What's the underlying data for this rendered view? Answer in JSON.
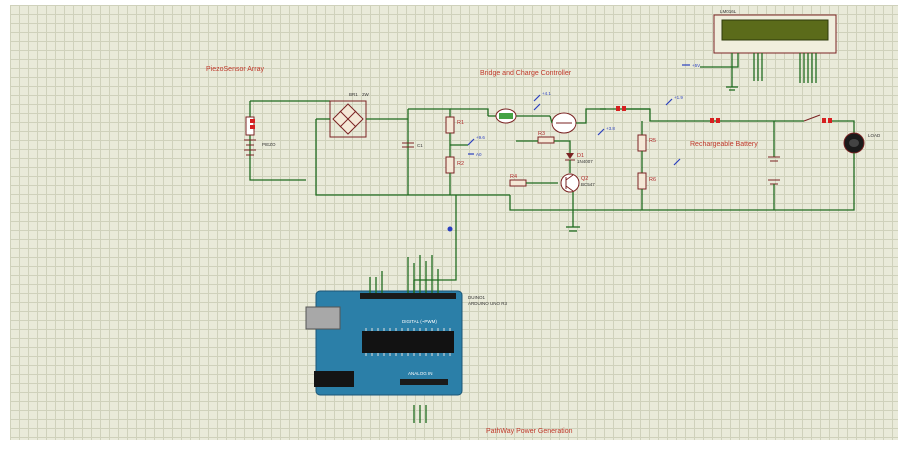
{
  "sections": {
    "panel": "PiezoSensor Array",
    "bridge": "Bridge and Charge Controller",
    "battery": "Rechargeable Battery",
    "title": "PathWay Power Generation"
  },
  "components": {
    "bridge": "BR1",
    "bridge_val": "2W",
    "resistors": [
      "R1",
      "R2",
      "R3",
      "R4",
      "R5",
      "R6"
    ],
    "capacitor": "C1",
    "transistor": "Q2",
    "transistor_val": "BC547",
    "diode": "D1",
    "diode_val": "1N4007",
    "load": "LOAD",
    "lcd": "LM016L",
    "arduino": "DUINO1",
    "arduino_sub": "ARDUINO UNO R3",
    "digital_header": "DIGITAL (~PWM)",
    "analog_header": "ANALOG IN"
  },
  "colors": {
    "grid_bg": "#e9ead9",
    "wire": "#1f6b1f",
    "component": "#7a2222",
    "arduino": "#2b7fa8",
    "lcd_screen": "#5b6b1a",
    "probe": "#2a3fbf"
  }
}
